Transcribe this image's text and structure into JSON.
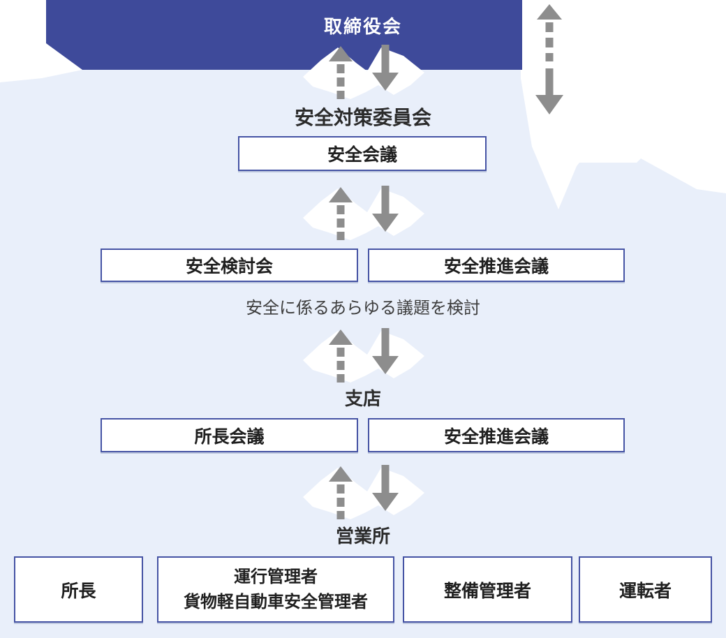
{
  "colors": {
    "banner_blue": "#3e4a9a",
    "panel_blue": "#e9effa",
    "box_border_blue": "#4553a4",
    "arrow_gray": "#8d8d8d",
    "blob_white": "#ffffff"
  },
  "chart": {
    "board_label": "取締役会",
    "committee_label": "安全対策委員会",
    "safety_meeting_label": "安全会議",
    "review_row": {
      "left": "安全検討会",
      "right": "安全推進会議"
    },
    "caption": "安全に係るあらゆる議題を検討",
    "branch_label": "支店",
    "branch_row": {
      "left": "所長会議",
      "right": "安全推進会議"
    },
    "office_label": "営業所",
    "office_row": {
      "box1": "所長",
      "box2_line1": "運行管理者",
      "box2_line2": "貨物軽自動車安全管理者",
      "box3": "整備管理者",
      "box4": "運転者"
    }
  }
}
